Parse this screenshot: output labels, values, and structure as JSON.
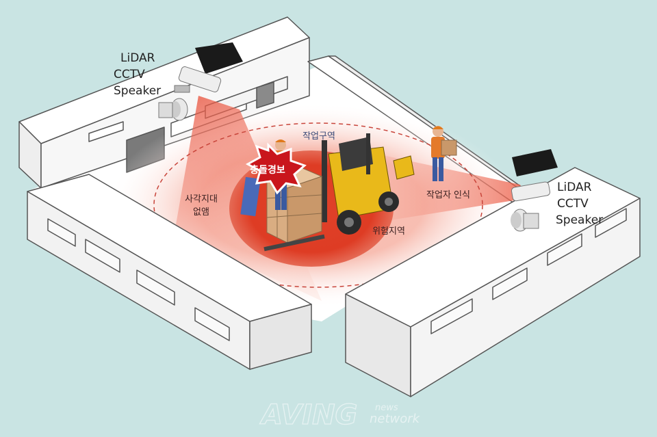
{
  "sensor_left": {
    "lines": [
      "LiDAR",
      "CCTV",
      "Speaker"
    ]
  },
  "sensor_right": {
    "lines": [
      "LiDAR",
      "CCTV",
      "Speaker"
    ]
  },
  "zones": {
    "work_zone": "작업구역",
    "danger_zone": "위험지역",
    "blind_spot_line1": "사각지대",
    "blind_spot_line2": "없앰",
    "worker_recognition": "작업자 인식"
  },
  "alert_badge": "충돌경보",
  "watermark": {
    "main": "AVING",
    "top": "news",
    "bottom": "network"
  },
  "colors": {
    "background": "#c9e4e3",
    "danger_red": "#dd3a22",
    "beam": "#f0826a",
    "wall_top": "#ffffff",
    "wall_side": "#f2f2f2",
    "outline": "#555555"
  }
}
